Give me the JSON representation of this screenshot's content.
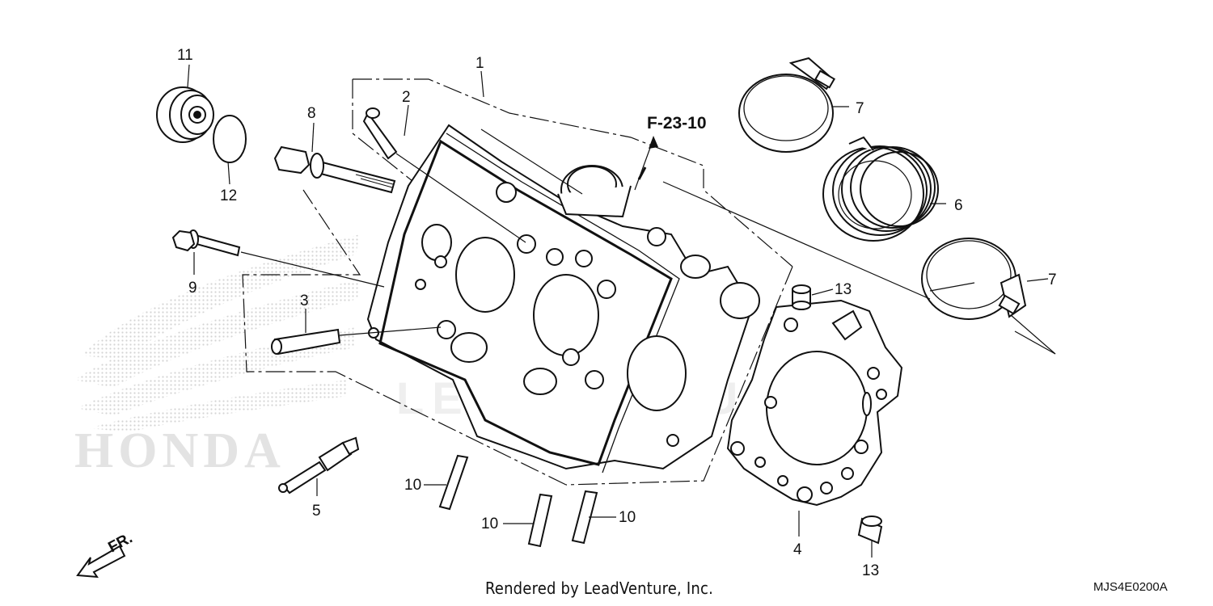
{
  "diagram": {
    "callouts": {
      "c1": "1",
      "c2": "2",
      "c3": "3",
      "c4": "4",
      "c5": "5",
      "c6": "6",
      "c7a": "7",
      "c7b": "7",
      "c8": "8",
      "c9": "9",
      "c10a": "10",
      "c10b": "10",
      "c10c": "10",
      "c11": "11",
      "c12": "12",
      "c13a": "13",
      "c13b": "13"
    },
    "reference": "F-23-10",
    "front_marker": "FR.",
    "watermark": "LEADVENTURE",
    "brand_watermark": "HONDA"
  },
  "footer": {
    "credit": "Rendered by LeadVenture, Inc.",
    "diagram_code": "MJS4E0200A"
  }
}
